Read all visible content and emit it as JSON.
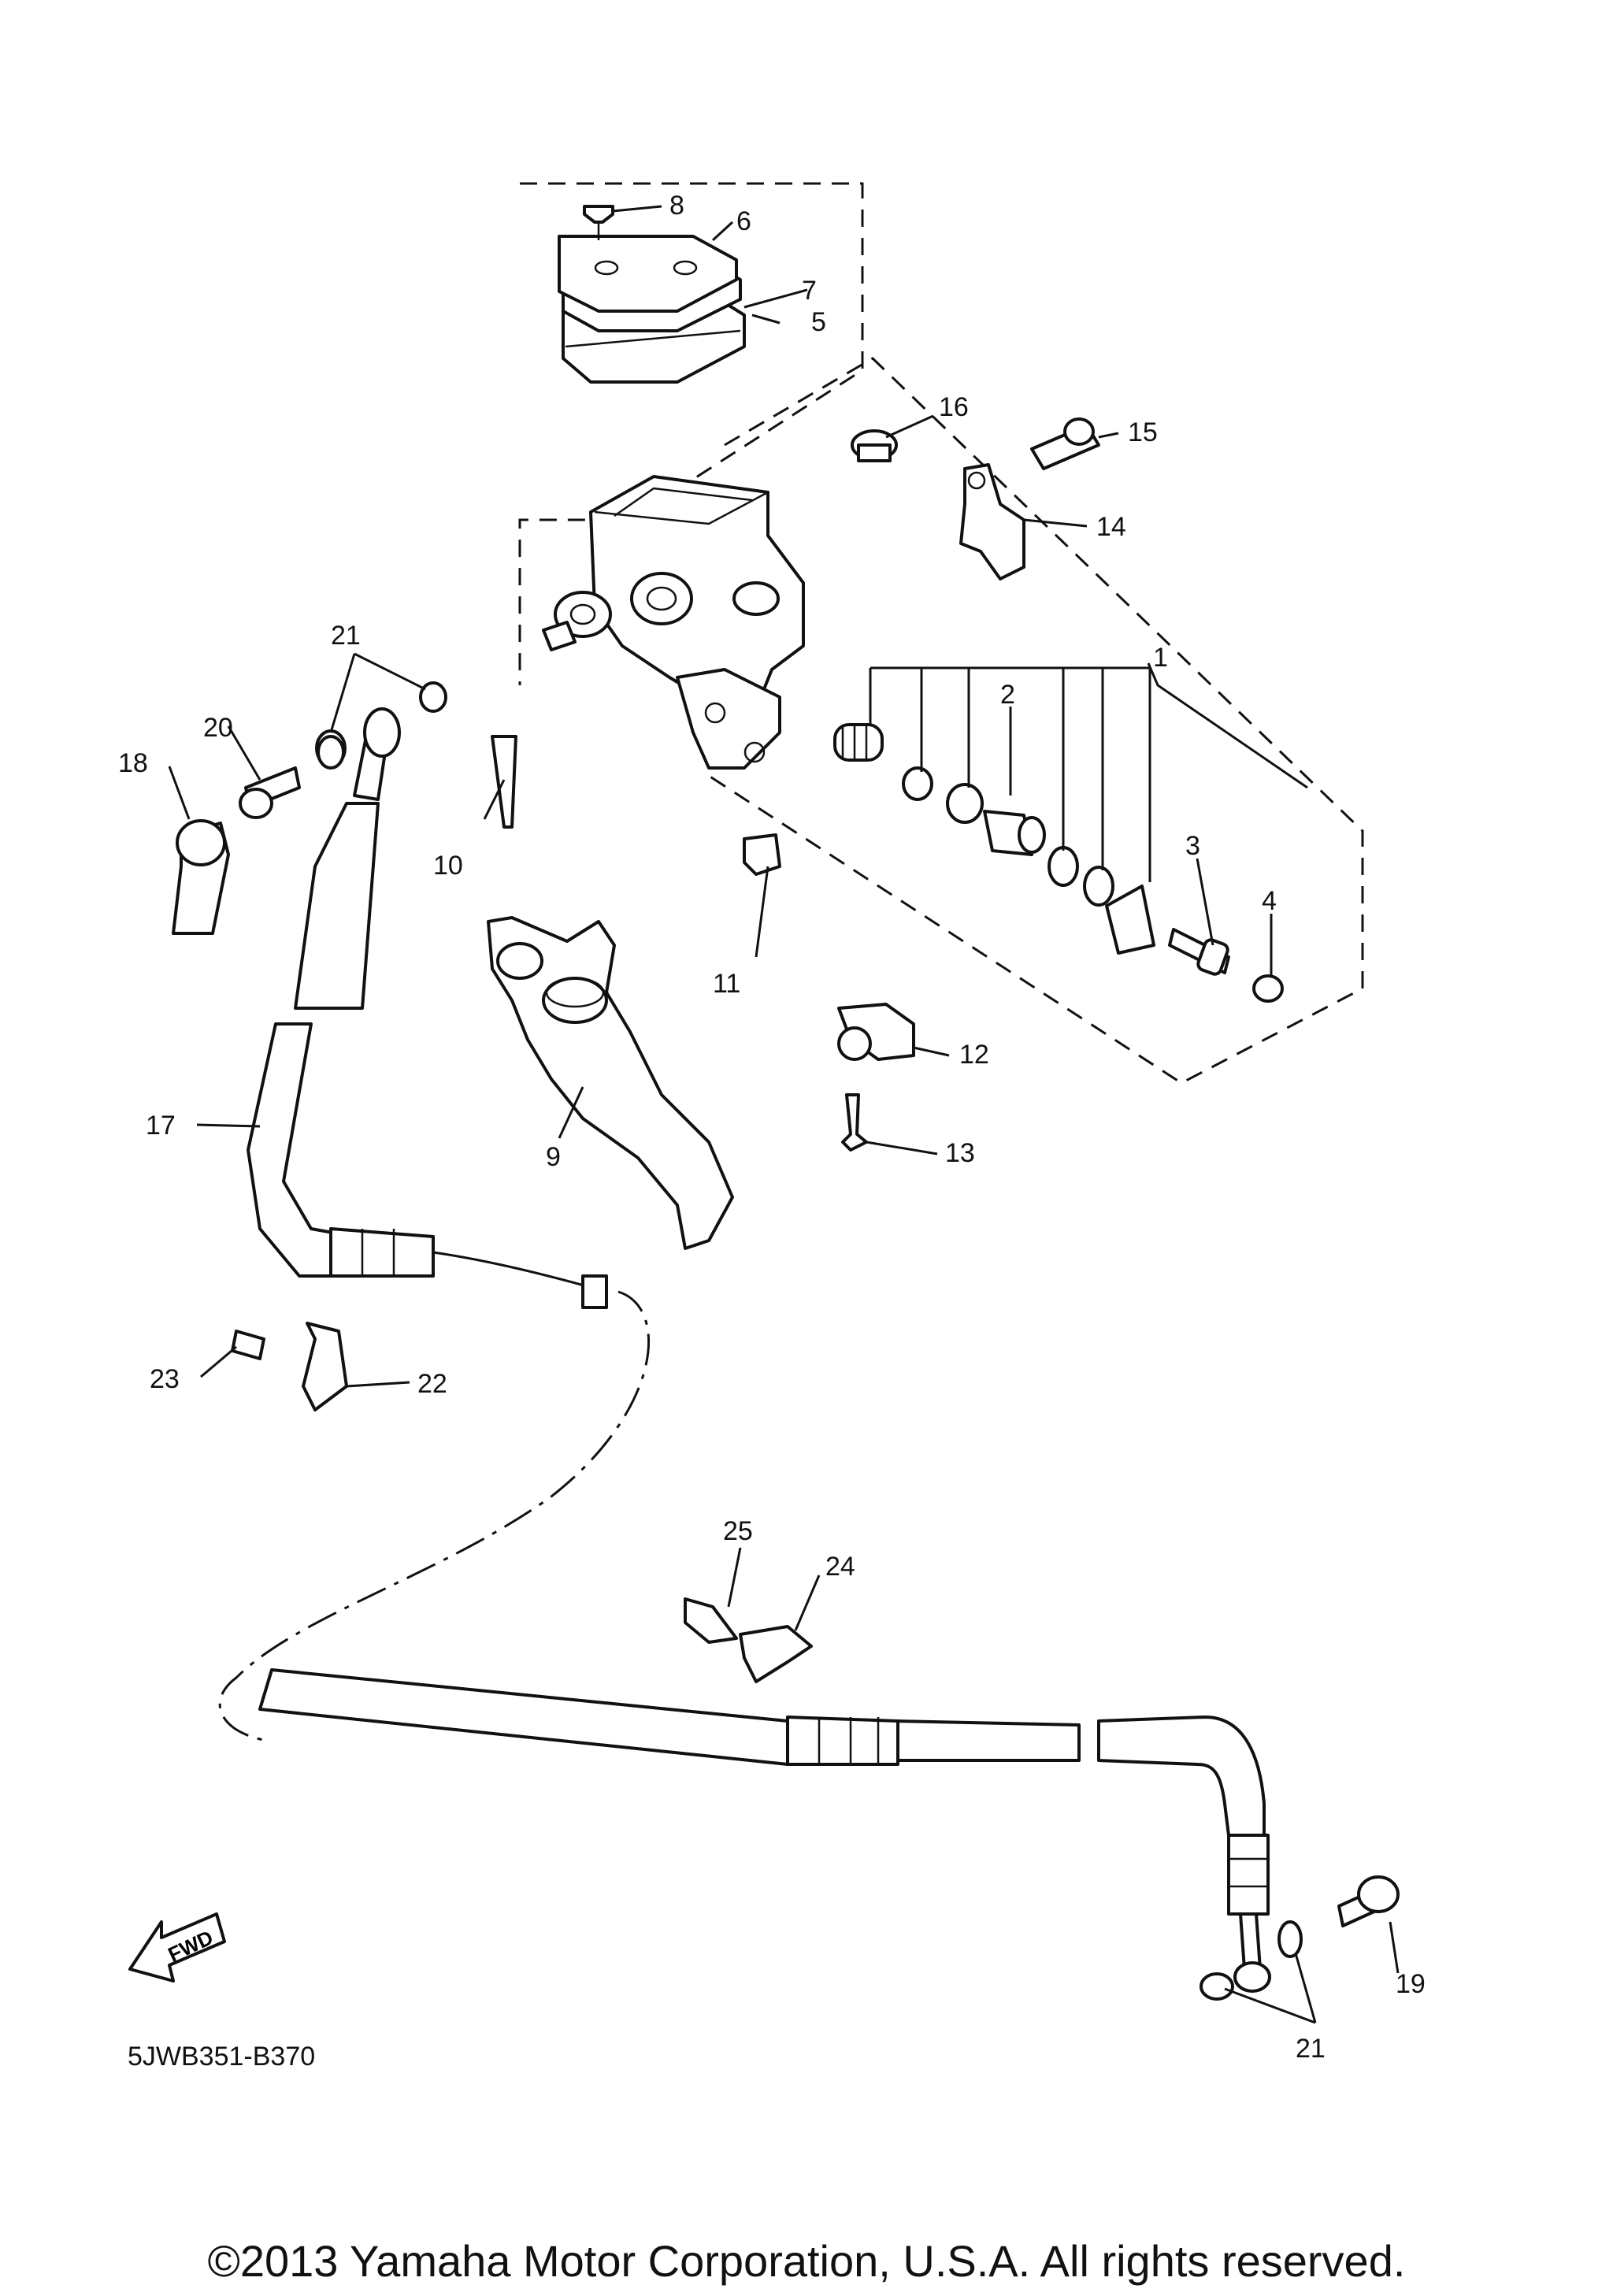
{
  "diagram": {
    "code": "5JWB351-B370",
    "copyright": "©2013 Yamaha Motor Corporation, U.S.A. All rights reserved.",
    "fwd_label": "FWD",
    "callouts": [
      "1",
      "2",
      "3",
      "4",
      "5",
      "6",
      "7",
      "8",
      "9",
      "10",
      "11",
      "12",
      "13",
      "14",
      "15",
      "16",
      "17",
      "18",
      "19",
      "20",
      "21",
      "22",
      "23",
      "24",
      "25"
    ]
  }
}
